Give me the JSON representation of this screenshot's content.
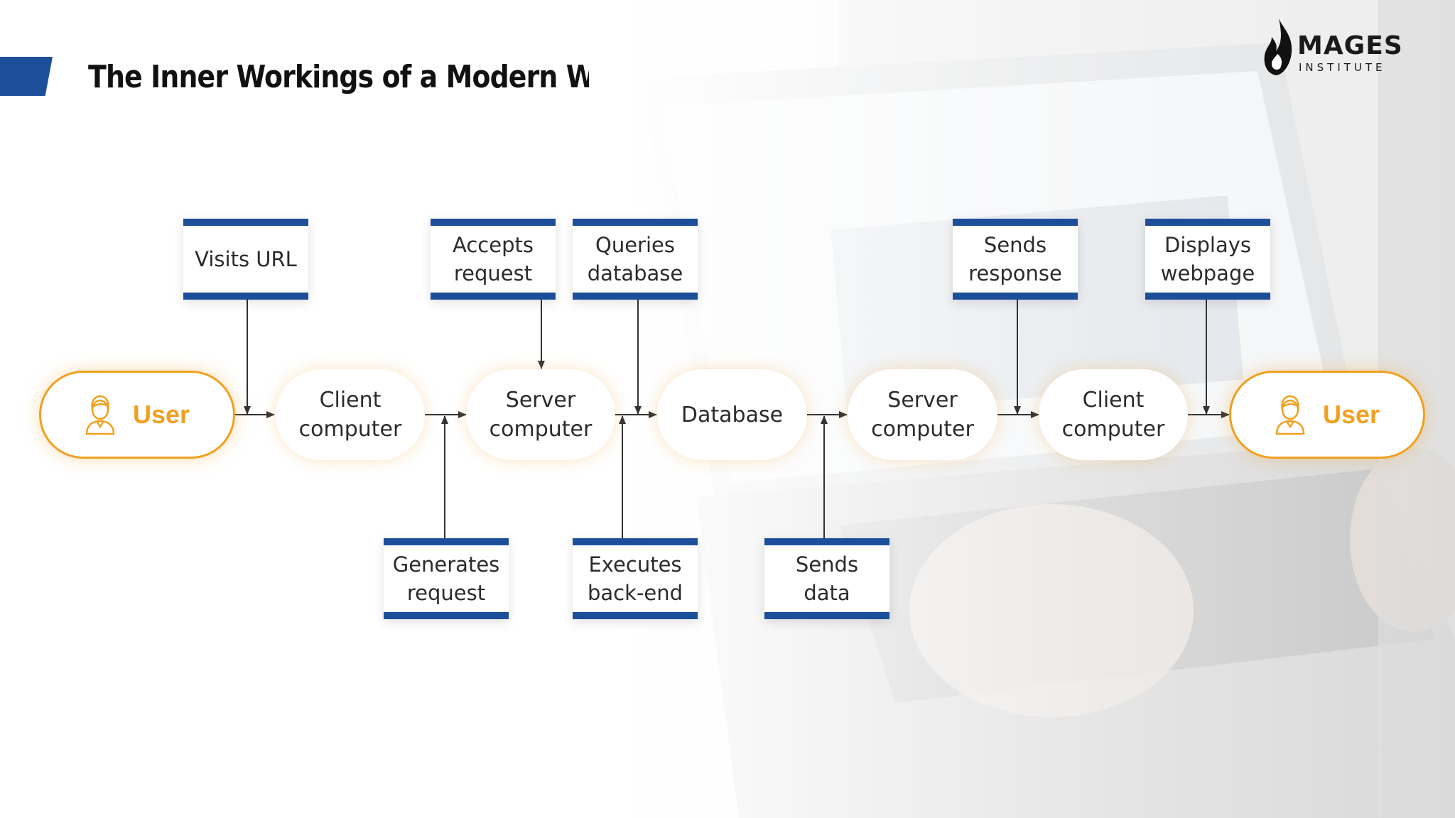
{
  "header": {
    "title": "The Inner Workings of a Modern Web Application"
  },
  "logo": {
    "word": "MAGES",
    "subtitle": "INSTITUTE"
  },
  "colors": {
    "accent_blue": "#1d4e9a",
    "accent_orange": "#f0a020",
    "text": "#2b2b2b"
  },
  "icons": {
    "user": "user-icon",
    "brand": "flame-logo-icon"
  },
  "flow": {
    "user_start": "User",
    "node_client_1": "Client\ncomputer",
    "node_server_1": "Server\ncomputer",
    "node_database": "Database",
    "node_server_2": "Server\ncomputer",
    "node_client_2": "Client\ncomputer",
    "user_end": "User"
  },
  "steps": {
    "visits_url": "Visits URL",
    "accepts_request": "Accepts\nrequest",
    "queries_database": "Queries\ndatabase",
    "sends_response": "Sends\nresponse",
    "displays_webpage": "Displays\nwebpage",
    "generates_request": "Generates\nrequest",
    "executes_backend": "Executes\nback-end",
    "sends_data": "Sends\ndata"
  }
}
